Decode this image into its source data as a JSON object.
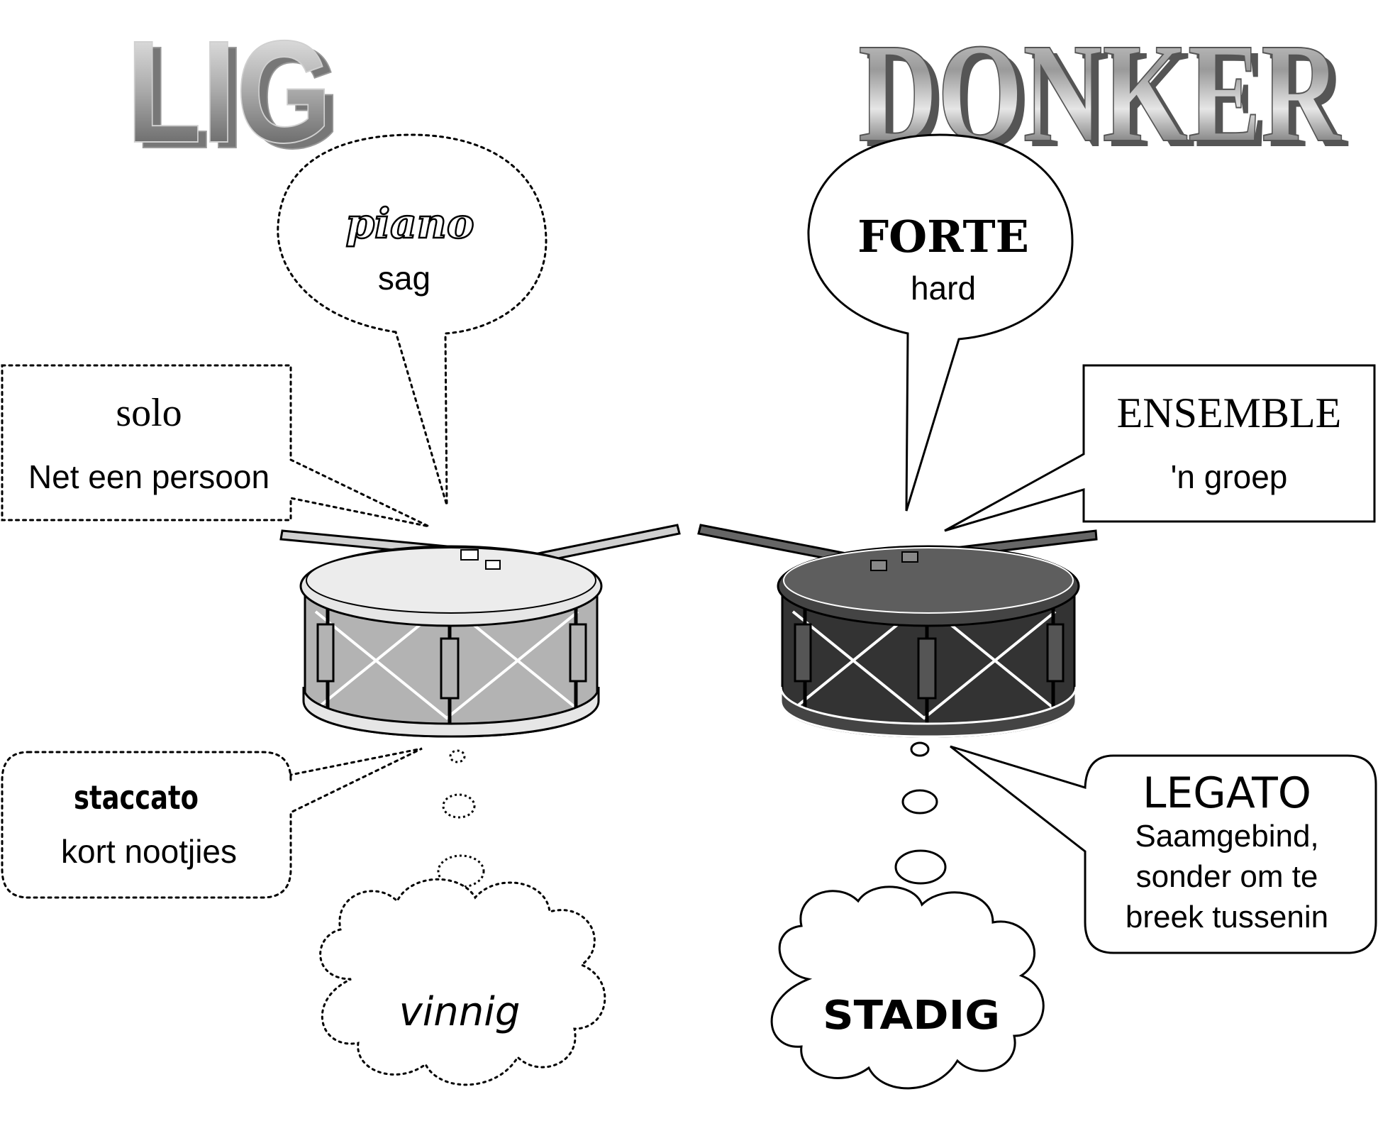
{
  "titles": {
    "light": "LIG",
    "dark": "DONKER"
  },
  "light_side": {
    "piano": {
      "term": "piano",
      "meaning": "sag"
    },
    "solo": {
      "term": "solo",
      "meaning": "Net een persoon"
    },
    "staccato": {
      "term": "staccato",
      "meaning": "kort nootjies"
    },
    "tempo": {
      "term": "vinnig"
    },
    "drum": {
      "shell_color": "#b3b3b3",
      "head_color": "#ececec"
    }
  },
  "dark_side": {
    "forte": {
      "term": "FORTE",
      "meaning": "hard"
    },
    "ensemble": {
      "term": "ENSEMBLE",
      "meaning": "'n groep"
    },
    "legato": {
      "term": "LEGATO",
      "meaning_lines": [
        "Saamgebind,",
        "sonder om te",
        "breek tussenin"
      ]
    },
    "tempo": {
      "term": "STADIG"
    },
    "drum": {
      "shell_color": "#333333",
      "head_color": "#5e5e5e"
    }
  },
  "colors": {
    "outline": "#000000",
    "title_light_top": "#f2f2f2",
    "title_light_bottom": "#5a5a5a",
    "title_dark_top": "#e0e0e0",
    "title_dark_bottom": "#3a3a3a"
  }
}
